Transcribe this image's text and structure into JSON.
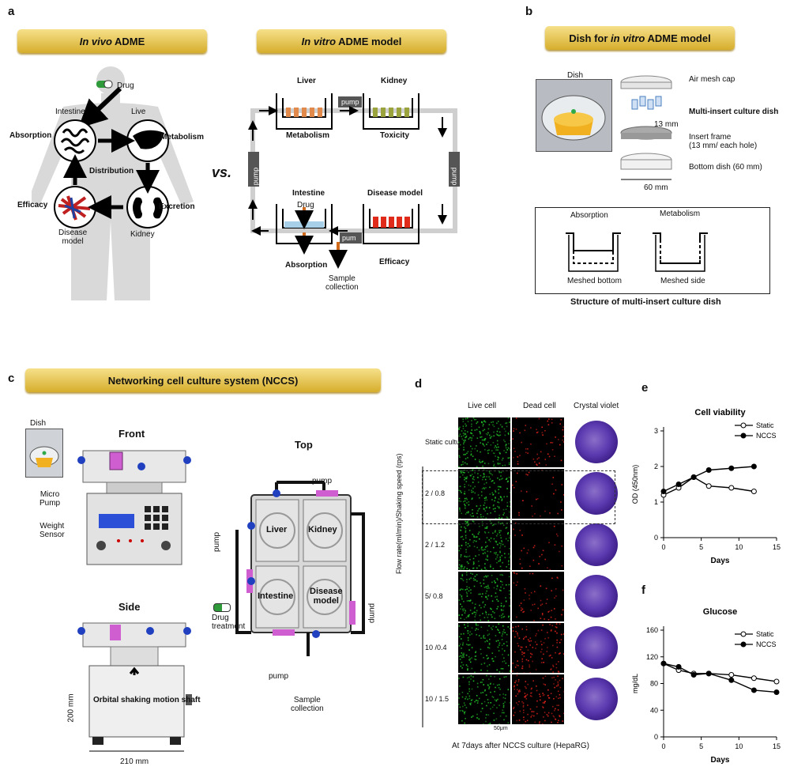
{
  "panels": {
    "a": {
      "letter": "a",
      "banner_left_italic": "In vivo",
      "banner_left_rest": " ADME",
      "banner_right_italic": "In vitro",
      "banner_right_rest": " ADME model",
      "drug": "Drug",
      "intestine": "Intestine",
      "liver_short": "Live",
      "absorption": "Absorption",
      "metabolism": "Metabolism",
      "distribution": "Distribution",
      "efficacy": "Efficacy",
      "excretion": "Excretion",
      "disease_model": "Disease\nmodel",
      "kidney": "Kidney",
      "vs": "vs.",
      "vitro_liver": "Liver",
      "vitro_kidney": "Kidney",
      "vitro_metabolism": "Metabolism",
      "vitro_toxicity": "Toxicity",
      "vitro_intestine": "Intestine",
      "vitro_disease_model": "Disease model",
      "vitro_drug": "Drug",
      "vitro_absorption": "Absorption",
      "vitro_efficacy": "Efficacy",
      "sample_collection": "Sample\ncollection",
      "pump": "pump",
      "pum": "pum"
    },
    "b": {
      "letter": "b",
      "banner_pre": "Dish for ",
      "banner_italic": "in vitro",
      "banner_post": " ADME model",
      "dish": "Dish",
      "air_mesh_cap": "Air mesh cap",
      "multi_insert": "Multi-insert culture dish",
      "mm13": "13 mm",
      "insert_frame": "Insert frame\n(13 mm/ each hole)",
      "bottom_dish": "Bottom dish (60 mm)",
      "mm60": "60 mm",
      "absorption": "Absorption",
      "metabolism": "Metabolism",
      "meshed_bottom": "Meshed bottom",
      "meshed_side": "Meshed side",
      "structure_caption": "Structure of multi-insert culture dish"
    },
    "c": {
      "letter": "c",
      "banner": "Networking cell culture system (NCCS)",
      "dish": "Dish",
      "front": "Front",
      "micro_pump": "Micro\nPump",
      "weight_sensor": "Weight\nSensor",
      "side": "Side",
      "orbital": "Orbital shaking motion shaft",
      "mm200": "200 mm",
      "mm210": "210 mm",
      "top": "Top",
      "pump": "pump",
      "liver": "Liver",
      "kidney": "Kidney",
      "intestine": "Intestine",
      "disease_model": "Disease\nmodel",
      "drug_treatment": "Drug\ntreatment",
      "sample_collection": "Sample\ncollection"
    },
    "d": {
      "letter": "d",
      "col_live": "Live cell",
      "col_dead": "Dead cell",
      "col_crystal": "Crystal violet",
      "rows": [
        "Static culture",
        "2 / 0.8",
        "2 / 1.2",
        "5/ 0.8",
        "10 /0.4",
        "10 / 1.5"
      ],
      "y_axis": "Flow rate(ml/min)/Shaking  speed (rps)",
      "scale": "50μm",
      "caption": "At 7days after NCCS  culture (HepaRG)",
      "live_density": [
        0.85,
        0.8,
        0.78,
        0.72,
        0.6,
        0.55
      ],
      "dead_density": [
        0.25,
        0.12,
        0.12,
        0.22,
        0.45,
        0.55
      ]
    },
    "e": {
      "letter": "e"
    },
    "f": {
      "letter": "f"
    }
  },
  "chart_data": [
    {
      "type": "line",
      "panel": "e",
      "title": "Cell viability",
      "xlabel": "Days",
      "ylabel": "OD (450nm)",
      "xlim": [
        0,
        15
      ],
      "ylim": [
        0,
        3
      ],
      "xticks": [
        0,
        5,
        10,
        15
      ],
      "yticks": [
        0,
        1,
        2,
        3
      ],
      "legend": "top-right",
      "series": [
        {
          "name": "Static",
          "marker": "open-circle",
          "x": [
            0,
            2,
            4,
            6,
            9,
            12
          ],
          "y": [
            1.2,
            1.4,
            1.7,
            1.45,
            1.4,
            1.3
          ]
        },
        {
          "name": "NCCS",
          "marker": "filled-circle",
          "x": [
            0,
            2,
            4,
            6,
            9,
            12
          ],
          "y": [
            1.3,
            1.5,
            1.7,
            1.9,
            1.95,
            2.0
          ]
        }
      ]
    },
    {
      "type": "line",
      "panel": "f",
      "title": "Glucose",
      "xlabel": "Days",
      "ylabel": "mg/dL",
      "xlim": [
        0,
        15
      ],
      "ylim": [
        0,
        160
      ],
      "xticks": [
        0,
        5,
        10,
        15
      ],
      "yticks": [
        0,
        40,
        80,
        120,
        160
      ],
      "legend": "top-right",
      "series": [
        {
          "name": "Static",
          "marker": "open-circle",
          "x": [
            0,
            2,
            4,
            6,
            9,
            12,
            15
          ],
          "y": [
            110,
            100,
            95,
            95,
            93,
            88,
            83
          ]
        },
        {
          "name": "NCCS",
          "marker": "filled-circle",
          "x": [
            0,
            2,
            4,
            6,
            9,
            12,
            15
          ],
          "y": [
            110,
            105,
            93,
            95,
            85,
            70,
            67
          ]
        }
      ]
    }
  ]
}
